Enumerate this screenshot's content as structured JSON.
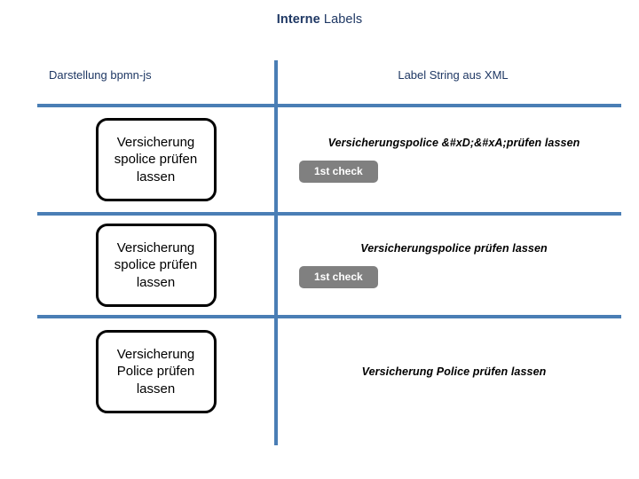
{
  "slide": {
    "title_strong": "Interne",
    "title_normal": " Labels",
    "background_color": "#FFFFFF",
    "accent_color": "#4A7EB5",
    "heading_color": "#1F3864",
    "badge_color": "#808080"
  },
  "columns": {
    "left_header": "Darstellung bpmn-js",
    "right_header": "Label String aus XML"
  },
  "rows": [
    {
      "bpmn_label": "Versicherung\nspolice prüfen\nlassen",
      "xml_label": "Versicherungspolice &#xD;&#xA;prüfen lassen",
      "badge": "1st check",
      "has_badge": true
    },
    {
      "bpmn_label": "Versicherung\nspolice prüfen\nlassen",
      "xml_label": "Versicherungspolice prüfen lassen",
      "badge": "1st check",
      "has_badge": true
    },
    {
      "bpmn_label": "Versicherung\nPolice prüfen\nlassen",
      "xml_label": "Versicherung Police prüfen lassen",
      "badge": "",
      "has_badge": false
    }
  ]
}
